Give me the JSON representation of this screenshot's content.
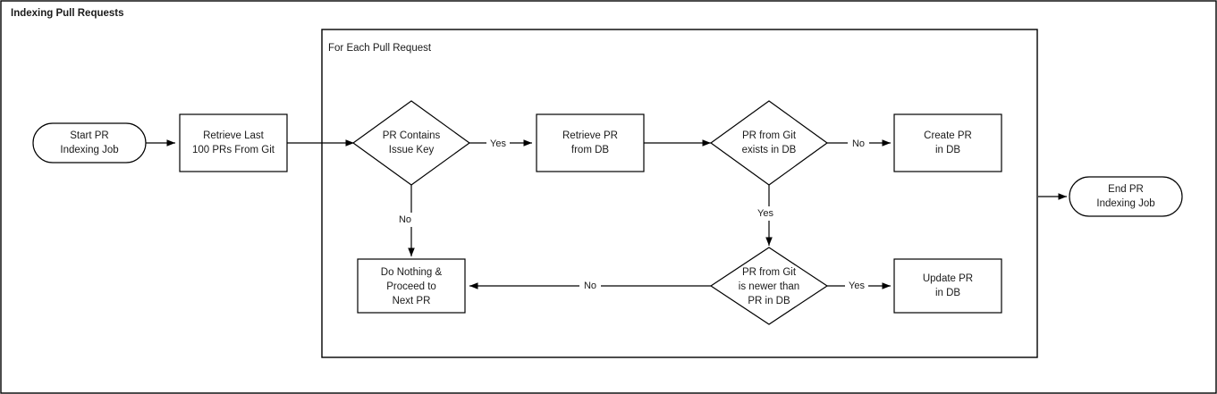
{
  "diagram": {
    "title": "Indexing Pull Requests",
    "frame_title": "For Each Pull Request",
    "colors": {
      "stroke": "#000000",
      "fill": "#ffffff",
      "text": "#1a1a1a"
    },
    "nodes": {
      "start": {
        "type": "terminator",
        "lines": [
          "Start PR",
          "Indexing Job"
        ]
      },
      "retrieve_git": {
        "type": "process",
        "lines": [
          "Retrieve Last",
          "100 PRs From Git"
        ]
      },
      "contains_key": {
        "type": "decision",
        "lines": [
          "PR Contains",
          "Issue Key"
        ]
      },
      "retrieve_db": {
        "type": "process",
        "lines": [
          "Retrieve PR",
          "from DB"
        ]
      },
      "exists_db": {
        "type": "decision",
        "lines": [
          "PR from Git",
          "exists in DB"
        ]
      },
      "create_pr": {
        "type": "process",
        "lines": [
          "Create PR",
          "in DB"
        ]
      },
      "do_nothing": {
        "type": "process",
        "lines": [
          "Do Nothing &",
          "Proceed to",
          "Next PR"
        ]
      },
      "is_newer": {
        "type": "decision",
        "lines": [
          "PR from Git",
          "is newer than",
          "PR in DB"
        ]
      },
      "update_pr": {
        "type": "process",
        "lines": [
          "Update PR",
          "in DB"
        ]
      },
      "end": {
        "type": "terminator",
        "lines": [
          "End PR",
          "Indexing Job"
        ]
      }
    },
    "edge_labels": {
      "contains_key_yes": "Yes",
      "contains_key_no": "No",
      "exists_db_no": "No",
      "exists_db_yes": "Yes",
      "is_newer_yes": "Yes",
      "is_newer_no": "No"
    }
  }
}
